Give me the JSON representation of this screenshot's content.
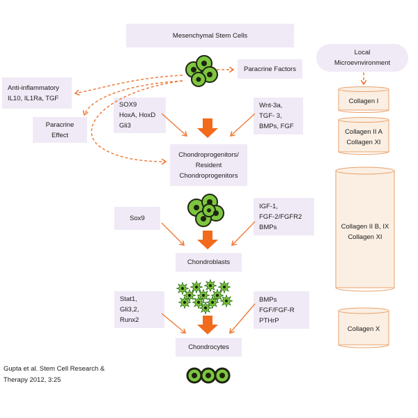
{
  "title": "Mesenchymal Stem Cells",
  "paracrine_factors": "Paracrine Factors",
  "anti_inflammatory": [
    "Anti-inflammatory",
    "IL10, IL1Ra, TGF"
  ],
  "paracrine_effect": [
    "Paracrine",
    "Effect"
  ],
  "mid_left_factors": [
    "SOX9",
    "HoxA, HoxD",
    "Gli3"
  ],
  "mid_right_factors": [
    "Wnt-3a,",
    "TGF-   3,",
    "BMPs, FGF"
  ],
  "chondroprogenitors": [
    "Chondroprogenitors/",
    "Resident",
    "Chondroprogenitors"
  ],
  "sox9": "Sox9",
  "chondroblast_right_factors": [
    "IGF-1,",
    "FGF-2/FGFR2",
    "BMPs"
  ],
  "chondroblasts": "Chondroblasts",
  "chondrocyte_left_factors": [
    "Stat1,",
    "Gli3,2,",
    "Runx2"
  ],
  "chondrocyte_right_factors": [
    "BMPs",
    "FGF/FGF-R",
    "PTHrP"
  ],
  "chondrocytes": "Chondrocytes",
  "local_microenvironment": [
    "Local",
    "Microevnvironment"
  ],
  "collagens": {
    "c1": [
      "Collagen I"
    ],
    "c2": [
      "Collagen II A",
      "Collagen XI"
    ],
    "c3": [
      "Collagen II B, IX",
      "Collagen XI"
    ],
    "c4": [
      "Collagen X"
    ]
  },
  "citation": [
    "Gupta et al. Stem Cell Research &",
    "Therapy 2012, 3:25"
  ],
  "colors": {
    "box_fill": "#f0eaf6",
    "arrow_orange": "#ee7d3a",
    "block_arrow": "#f26a1b",
    "cell_green": "#7dc740",
    "cell_dark": "#1e2410",
    "cylinder_fill": "#fbefe3",
    "cylinder_stroke": "#e8a06a"
  }
}
